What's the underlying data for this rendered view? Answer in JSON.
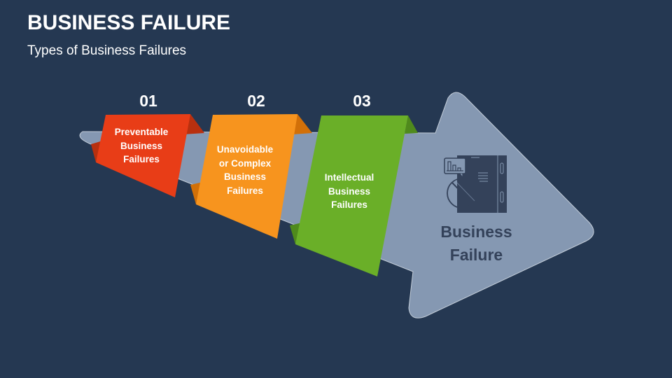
{
  "header": {
    "title": "BUSINESS FAILURE",
    "subtitle": "Types of Business Failures"
  },
  "steps": [
    {
      "number": "01",
      "label": "Preventable\nBusiness\nFailures",
      "color": "#e83d17",
      "fold_color": "#b8300f"
    },
    {
      "number": "02",
      "label": "Unavoidable\nor Complex\nBusiness\nFailures",
      "color": "#f7941e",
      "fold_color": "#d27008"
    },
    {
      "number": "03",
      "label": "Intellectual\nBusiness\nFailures",
      "color": "#6aaf28",
      "fold_color": "#4f8a1c"
    }
  ],
  "hub": {
    "label": "Business\nFailure",
    "icon": "business-failure-report-icon",
    "color": "#8598b2",
    "text_color": "#34425a"
  },
  "colors": {
    "background": "#253852",
    "arrow": "#8598b2",
    "arrow_outline": "#c3cdd9"
  }
}
